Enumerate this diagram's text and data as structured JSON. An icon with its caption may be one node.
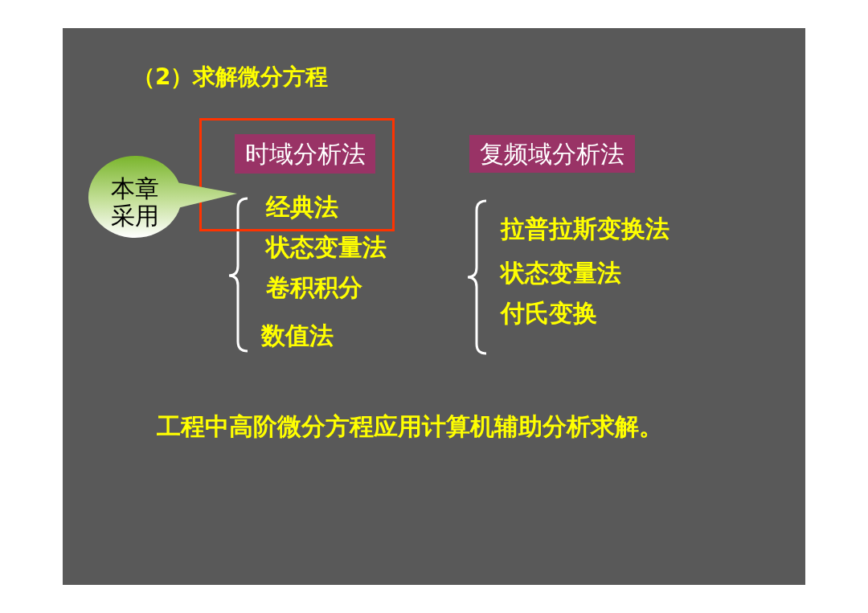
{
  "diagram": {
    "title": "（2）求解微分方程",
    "nodes": [
      {
        "text": [],
        "shape": "box"
      },
      {
        "text": [
          "时域分析法"
        ],
        "in": 0
      },
      {
        "text": [
          "复频域分析法"
        ]
      },
      {
        "text": [
          "本章采用"
        ]
      }
    ],
    "labels": [
      "经典法",
      "状态变量法",
      "卷积积分",
      "数值法",
      "拉普拉斯变换法",
      "状态变量法",
      "付氏变换",
      "工程中高阶微分方程应用计算机辅助分析求解。"
    ]
  }
}
